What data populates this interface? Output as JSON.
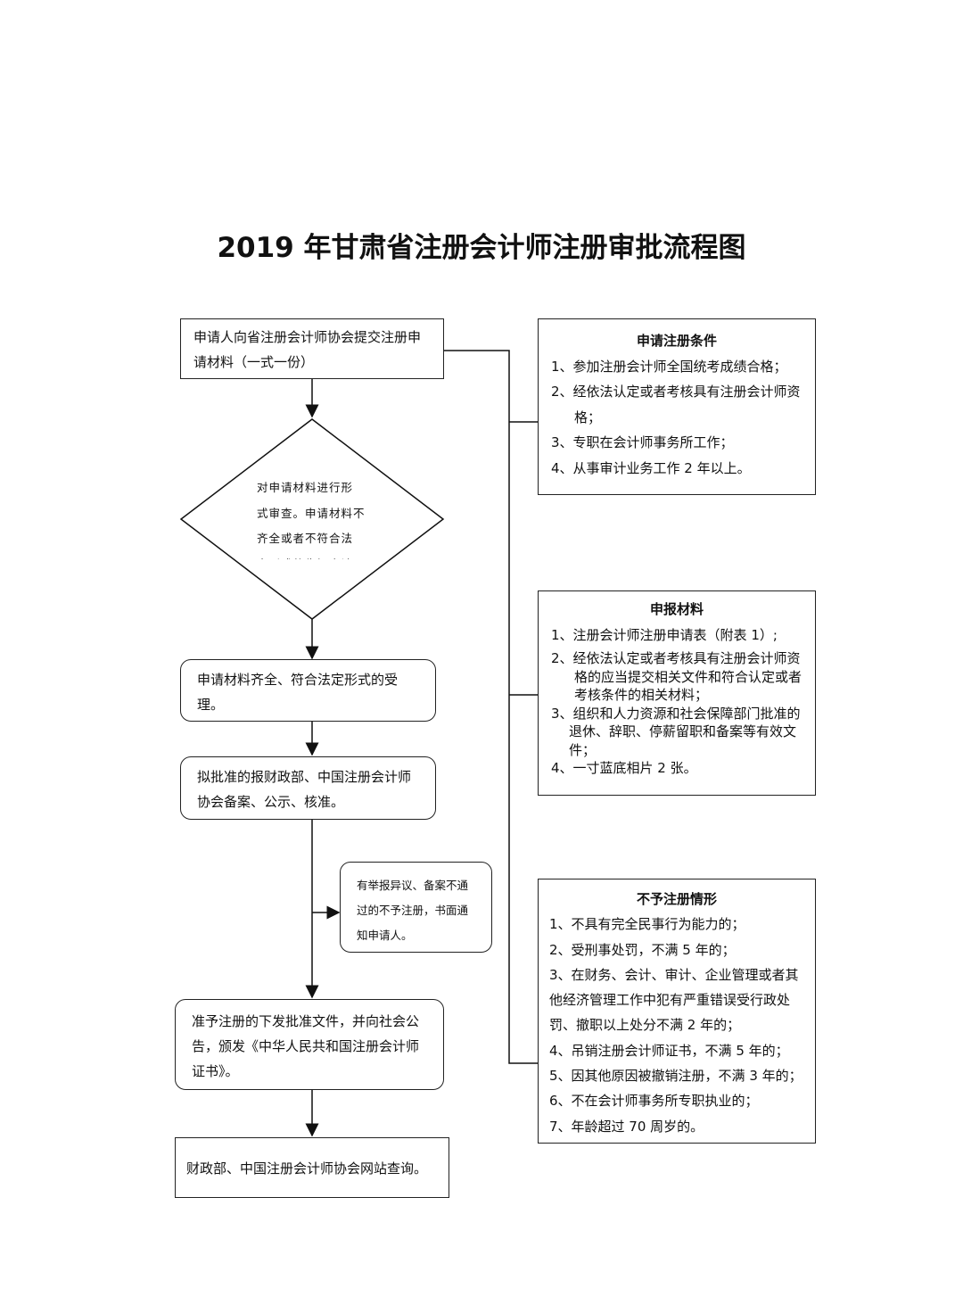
{
  "title": "2019 年甘肃省注册会计师注册审批流程图",
  "flow": {
    "step1": "申请人向省注册会计师协会提交注册申请材料（一式一份）",
    "decision": [
      "对申请材料进行形",
      "式审查。申请材料不",
      "齐全或者不符合法",
      "定形式的告知申请"
    ],
    "step2": "申请材料齐全、符合法定形式的受理。",
    "step3": "拟批准的报财政部、中国注册会计师协会备案、公示、核准。",
    "side": "有举报异议、备案不通过的不予注册，书面通知申请人。",
    "step4": "准予注册的下发批准文件，并向社会公告，颁发《中华人民共和国注册会计师证书》。",
    "step5": "财政部、中国注册会计师协会网站查询。"
  },
  "conditions": {
    "title": "申请注册条件",
    "items": [
      "1、参加注册会计师全国统考成绩合格；",
      "2、经依法认定或者考核具有注册会计师资格；",
      "3、专职在会计师事务所工作；",
      "4、从事审计业务工作 2 年以上。"
    ]
  },
  "materials": {
    "title": "申报材料",
    "items": [
      "1、注册会计师注册申请表（附表 1）;",
      "2、经依法认定或者考核具有注册会计师资格的应当提交相关文件和符合认定或者考核条件的相关材料；",
      "3、组织和人力资源和社会保障部门批准的退休、辞职、停薪留职和备案等有效文件；",
      "4、一寸蓝底相片 2 张。"
    ]
  },
  "refusal": {
    "title": "不予注册情形",
    "items": [
      "1、不具有完全民事行为能力的；",
      "2、受刑事处罚，不满 5 年的；",
      "3、在财务、会计、审计、企业管理或者其他经济管理工作中犯有严重错误受行政处罚、撤职以上处分不满 2 年的；",
      "4、吊销注册会计师证书，不满 5 年的；",
      "5、因其他原因被撤销注册，不满 3 年的；",
      "6、不在会计师事务所专职执业的；",
      "7、年龄超过 70 周岁的。"
    ]
  }
}
